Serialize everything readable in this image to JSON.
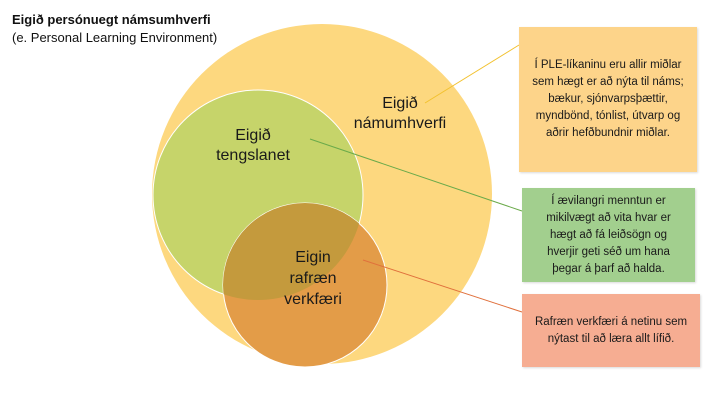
{
  "title": {
    "main": "Eigið persónuegt námsumhverfi",
    "subtitle": "(e. Personal Learning Environment)"
  },
  "circles": {
    "outer": {
      "label_line1": "Eigið",
      "label_line2": "námumhverfi",
      "color": "#fdd87f"
    },
    "network": {
      "label_line1": "Eigið",
      "label_line2": "tengslanet",
      "color": "#c6d46a"
    },
    "tools": {
      "label_line1": "Eigin",
      "label_line2": "rafræn",
      "label_line3": "verkfæri",
      "color": "#e39c48",
      "overlap_color": "#c49a3d"
    }
  },
  "callouts": {
    "environment": {
      "text": "Í PLE-líkaninu eru allir miðlar sem hægt er að nýta til náms; bækur, sjónvarpsþættir, myndbönd, tónlist, útvarp og aðrir hefðbundnir miðlar.",
      "color": "#fdd48a",
      "line_color": "#f2c12e"
    },
    "network": {
      "text": "Í ævilangri menntun er mikilvægt að vita hvar er hægt að fá leiðsögn og hverjir geti séð um hana þegar á þarf að halda.",
      "color": "#a2cf8e",
      "line_color": "#6aaa4a"
    },
    "tools": {
      "text": "Rafræn verkfæri á netinu sem nýtast til að læra allt lífið.",
      "color": "#f6ad92",
      "line_color": "#e0703c"
    }
  }
}
